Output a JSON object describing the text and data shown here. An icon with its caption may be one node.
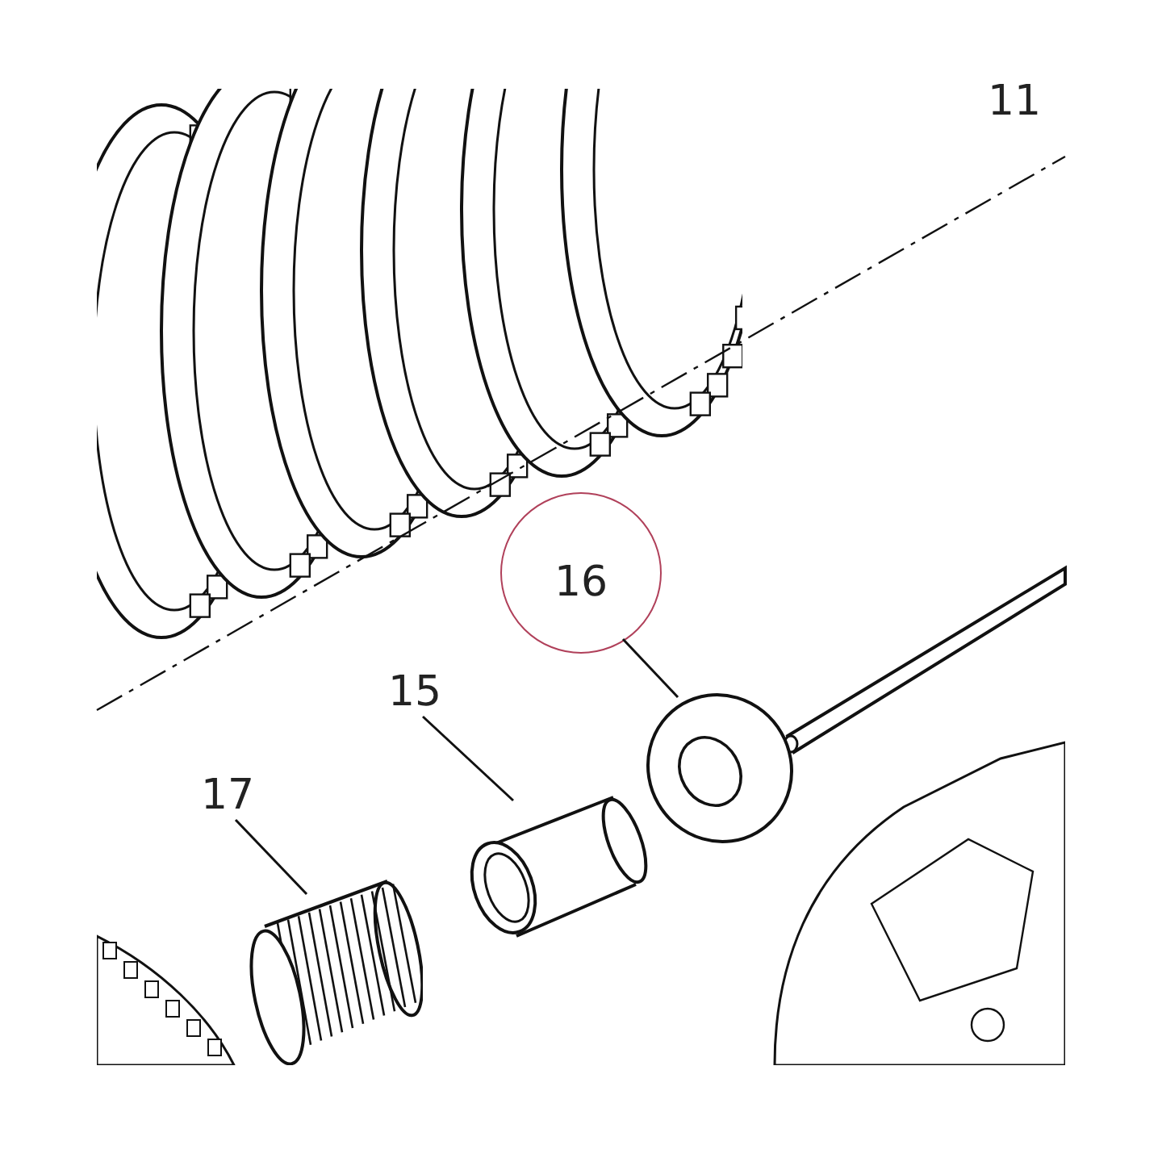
{
  "diagram": {
    "nodes": [
      {
        "text": [
          "16"
        ]
      },
      {
        "text": [
          "15"
        ]
      },
      {
        "text": [
          "17"
        ]
      },
      {
        "text": [],
        "shape": "picture"
      },
      {
        "text": [],
        "shape": "picture"
      },
      {
        "text": [],
        "shape": "picture"
      }
    ],
    "edges": [
      {
        "from": 0,
        "to": 3,
        "arrow": "none"
      },
      {
        "from": 1,
        "to": 4,
        "arrow": "none"
      },
      {
        "from": 2,
        "to": 5,
        "arrow": "none"
      }
    ],
    "labels": [
      "11"
    ]
  }
}
